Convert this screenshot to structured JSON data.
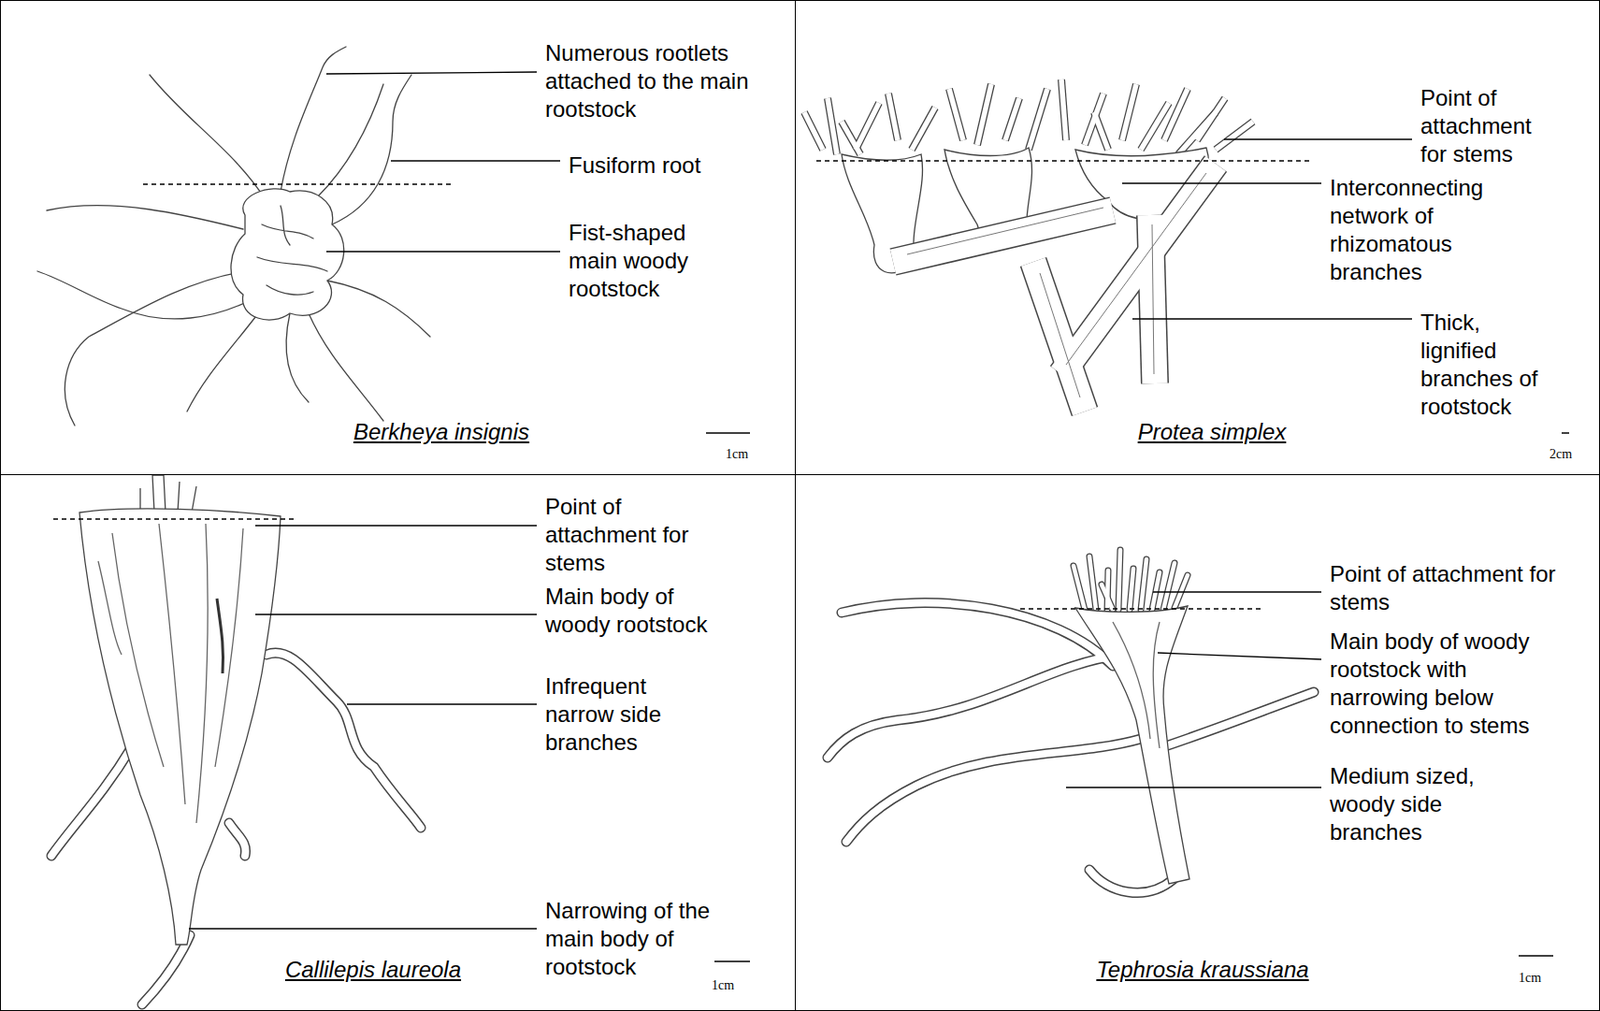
{
  "diagram": {
    "nodes": [
      {
        "text": [
          "Numerous rootlets attached to the main rootstock",
          "Fusiform root",
          "Fist-shaped main woody rootstock",
          "Berkheya insignis",
          "1cm"
        ]
      },
      {
        "text": [
          "Point of attachment for stems",
          "Interconnecting network of rhizomatous branches",
          "Thick, lignified branches of rootstock",
          "Protea simplex",
          "2cm"
        ]
      },
      {
        "text": [
          "Point of attachment for stems",
          "Main body of woody rootstock",
          "Infrequent narrow side branches",
          "Narrowing of the main body of rootstock",
          "Callilepis laureola",
          "1cm"
        ]
      },
      {
        "text": [
          "Point of attachment for stems",
          "Main body of woody rootstock with narrowing below connection to stems",
          "Medium sized, woody side branches",
          "Tephrosia kraussiana",
          "1cm"
        ]
      }
    ]
  }
}
